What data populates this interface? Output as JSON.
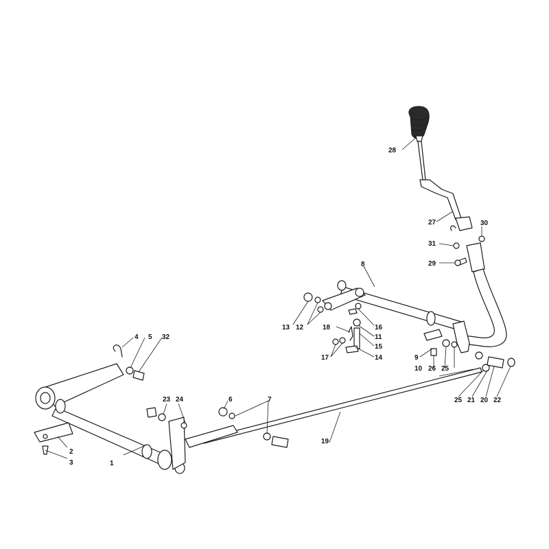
{
  "labels": {
    "l1": "1",
    "l2": "2",
    "l3": "3",
    "l4": "4",
    "l5": "5",
    "l6": "6",
    "l7": "7",
    "l8": "8",
    "l9": "9",
    "l10": "10",
    "l11": "11",
    "l12": "12",
    "l13": "13",
    "l14": "14",
    "l15": "15",
    "l16": "16",
    "l17": "17",
    "l18": "18",
    "l19": "19",
    "l20": "20",
    "l21": "21",
    "l22": "22",
    "l23": "23",
    "l24": "24",
    "l25a": "25",
    "l25b": "25",
    "l26": "26",
    "l27": "27",
    "l28": "28",
    "l29": "29",
    "l30": "30",
    "l31": "31",
    "l32": "32"
  }
}
